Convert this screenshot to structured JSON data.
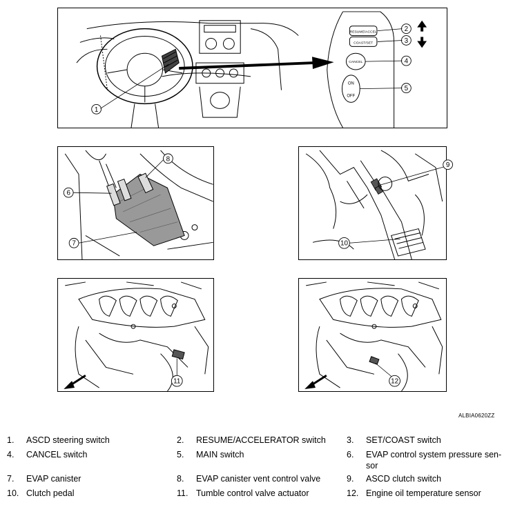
{
  "figure_code": "ALBIA0620ZZ",
  "switch_labels": {
    "resume": "RESUME/ACCEL",
    "set": "COAST/SET",
    "cancel": "CANCEL",
    "on": "ON",
    "off": "OFF"
  },
  "callouts": [
    "1",
    "2",
    "3",
    "4",
    "5",
    "6",
    "7",
    "8",
    "9",
    "10",
    "11",
    "12"
  ],
  "legend": [
    {
      "num": "1.",
      "text": "ASCD steering switch"
    },
    {
      "num": "2.",
      "text": "RESUME/ACCELERATOR switch"
    },
    {
      "num": "3.",
      "text": "SET/COAST switch"
    },
    {
      "num": "4.",
      "text": "CANCEL switch"
    },
    {
      "num": "5.",
      "text": "MAIN switch"
    },
    {
      "num": "6.",
      "text": "EVAP control system pressure sen-sor"
    },
    {
      "num": "7.",
      "text": "EVAP canister"
    },
    {
      "num": "8.",
      "text": "EVAP canister vent control valve"
    },
    {
      "num": "9.",
      "text": "ASCD clutch switch"
    },
    {
      "num": "10.",
      "text": "Clutch pedal"
    },
    {
      "num": "11.",
      "text": "Tumble control valve actuator"
    },
    {
      "num": "12.",
      "text": "Engine oil temperature sensor"
    }
  ]
}
